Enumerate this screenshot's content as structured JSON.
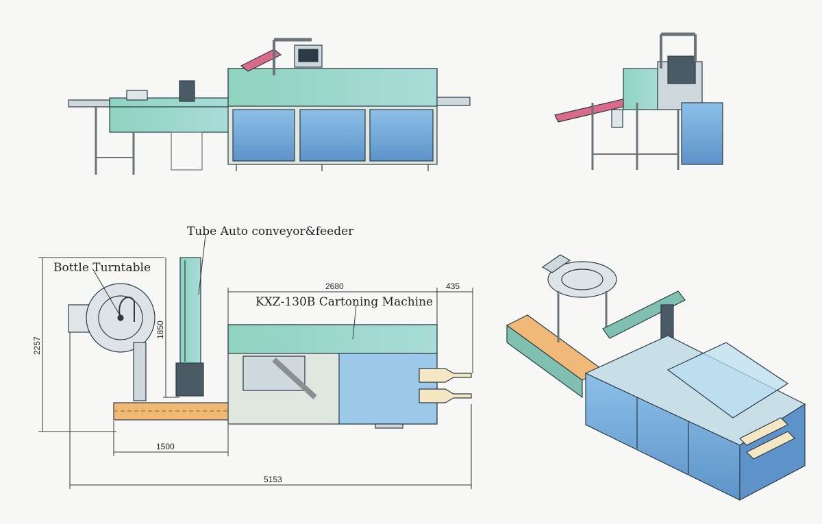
{
  "labels": {
    "bottle_turntable": "Bottle Turntable",
    "tube_feeder": "Tube Auto conveyor&feeder",
    "cartoning_machine": "KXZ-130B Cartoning Machine"
  },
  "dimensions": {
    "machine_length": "2680",
    "outfeed_length": "435",
    "overall_height": "2257",
    "feeder_height": "1850",
    "infeed_length": "1500",
    "overall_length": "5153"
  },
  "colors": {
    "panel_blue": "#6fa6d6",
    "cover_green": "#8fd0c3",
    "frame_grey": "#8a8f94",
    "chute_pink": "#d96a8a",
    "line": "#2b3a44"
  }
}
